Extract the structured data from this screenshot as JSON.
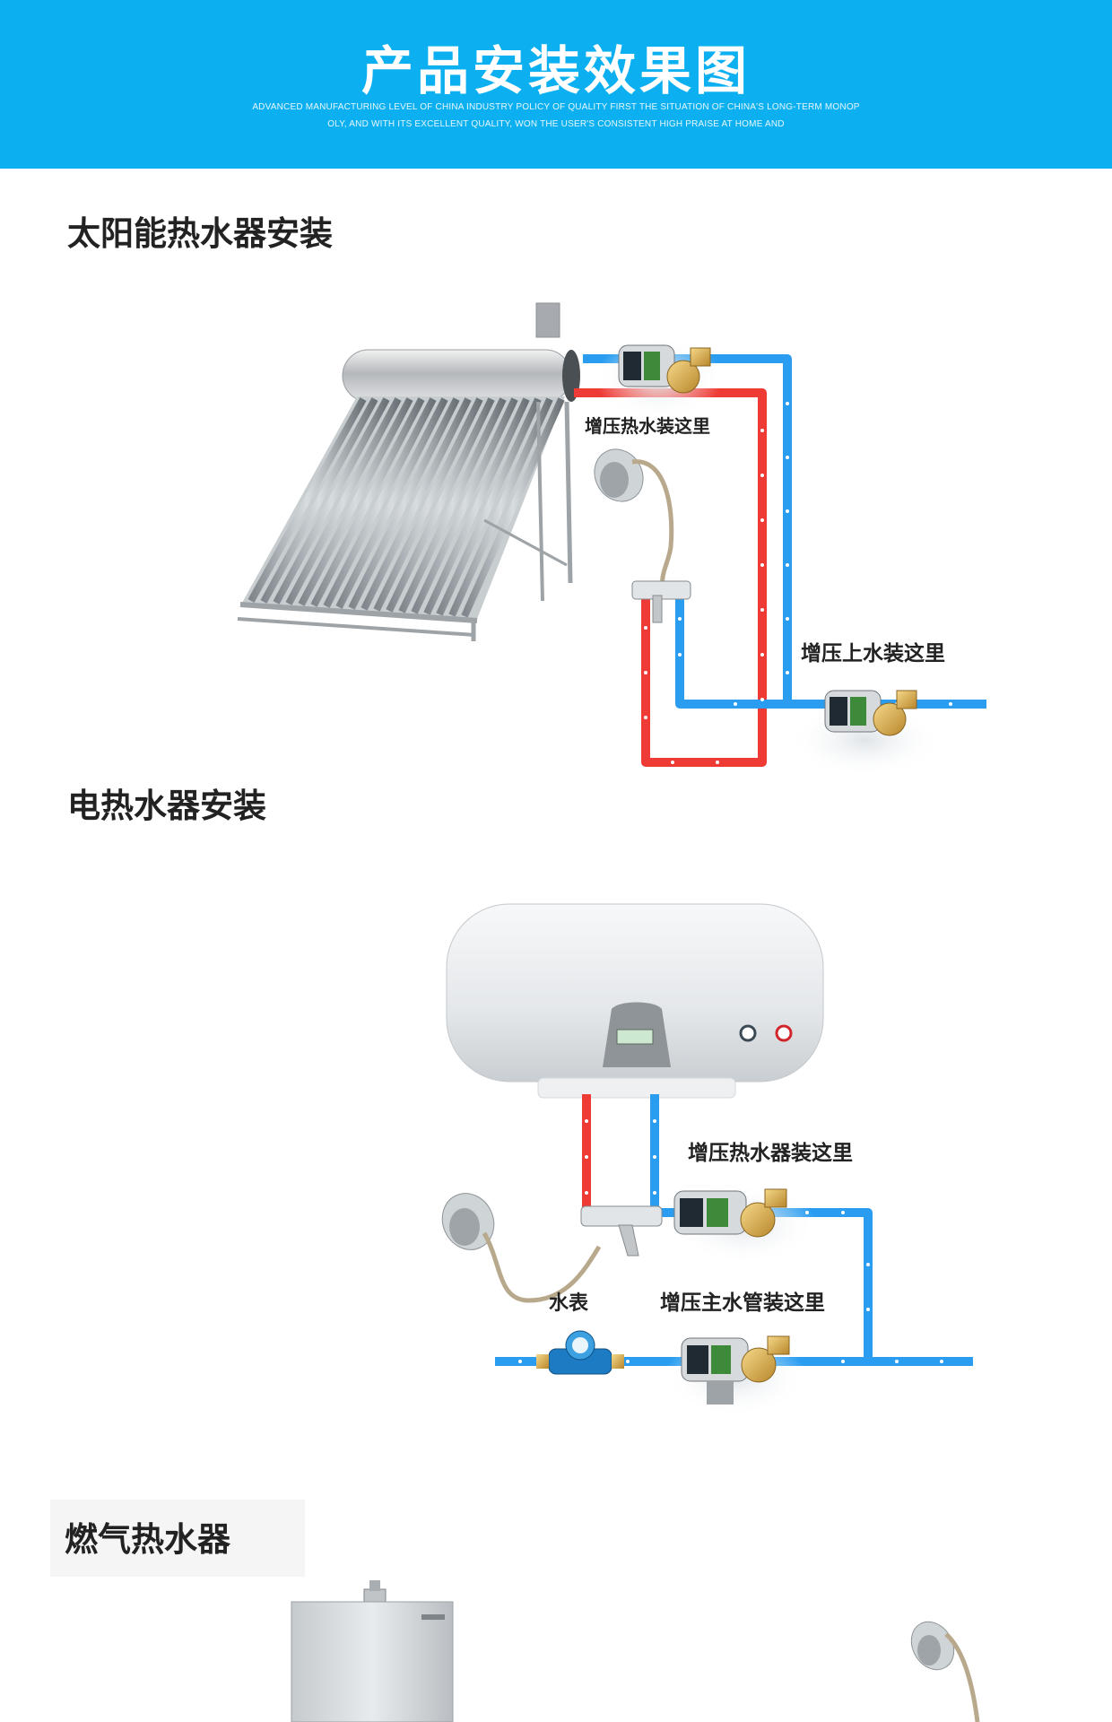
{
  "banner": {
    "title": "产品安装效果图",
    "subtitle_line1": "ADVANCED MANUFACTURING LEVEL OF CHINA INDUSTRY POLICY OF QUALITY FIRST THE SITUATION OF CHINA'S LONG-TERM MONOP",
    "subtitle_line2": "OLY, AND WITH ITS EXCELLENT QUALITY, WON THE USER'S CONSISTENT HIGH PRAISE AT HOME AND"
  },
  "sections": [
    {
      "title": "太阳能热水器安装",
      "labels": {
        "hot_pump": "增压热水装这里",
        "supply_pump": "增压上水装这里"
      }
    },
    {
      "title": "电热水器安装",
      "labels": {
        "heater_pump": "增压热水器装这里",
        "meter": "水表",
        "main_pump": "增压主水管装这里"
      }
    },
    {
      "title": "燃气热水器"
    }
  ],
  "colors": {
    "banner": "#0cb0f0",
    "hot_pipe": "#ee3b36",
    "cold_pipe": "#2a9df0"
  },
  "icons": [
    "solar-collector-icon",
    "pump-icon",
    "shower-head-icon",
    "mixer-valve-icon",
    "water-heater-icon",
    "water-meter-icon",
    "gas-heater-icon"
  ]
}
